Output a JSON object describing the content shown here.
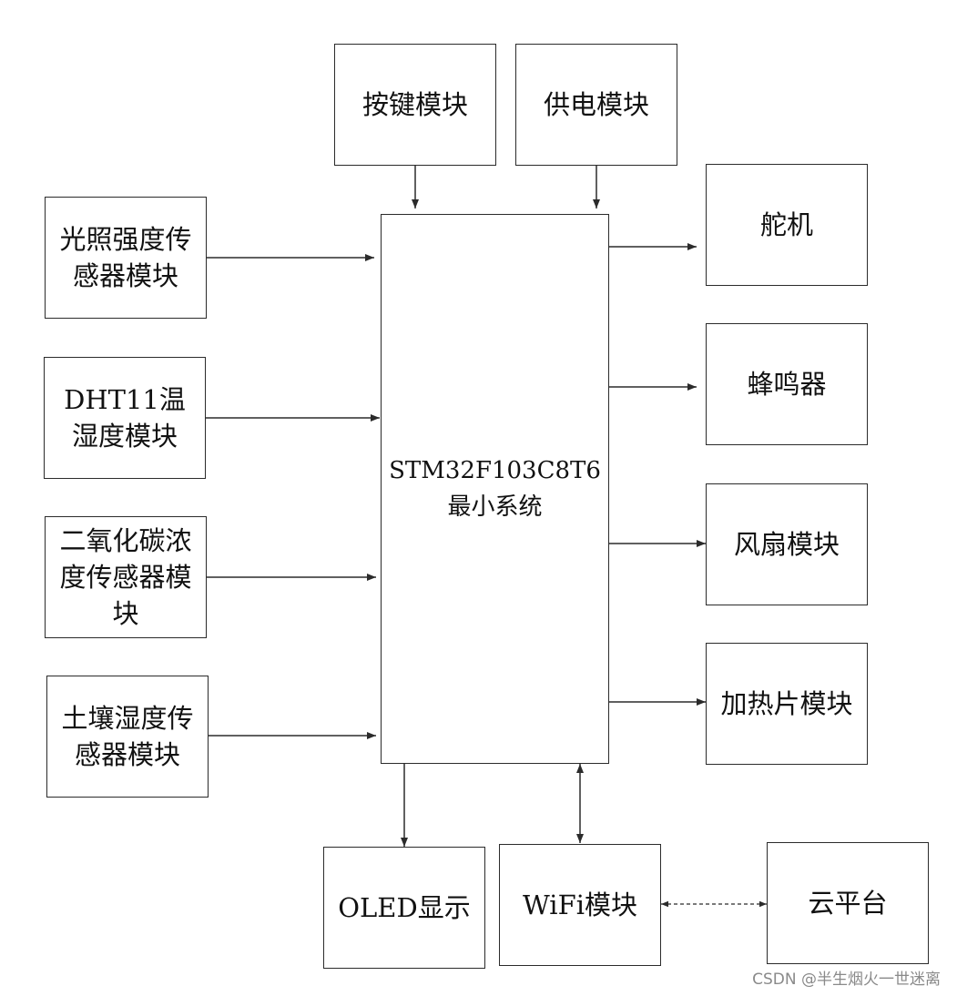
{
  "nodes": {
    "keypad": "按键模块",
    "power": "供电模块",
    "light_sensor": "光照强度传感器模块",
    "dht11": "DHT11温湿度模块",
    "co2_sensor": "二氧化碳浓度传感器模块",
    "soil_sensor": "土壤湿度传感器模块",
    "mcu": "STM32F103C8T6最小系统",
    "servo": "舵机",
    "buzzer": "蜂鸣器",
    "fan": "风扇模块",
    "heater": "加热片模块",
    "oled": "OLED显示",
    "wifi": "WiFi模块",
    "cloud": "云平台"
  },
  "colors": {
    "line": "#2b2b2b",
    "text": "#111111",
    "watermark": "#8a8a8a"
  },
  "watermark": "CSDN @半生烟火一世迷离"
}
